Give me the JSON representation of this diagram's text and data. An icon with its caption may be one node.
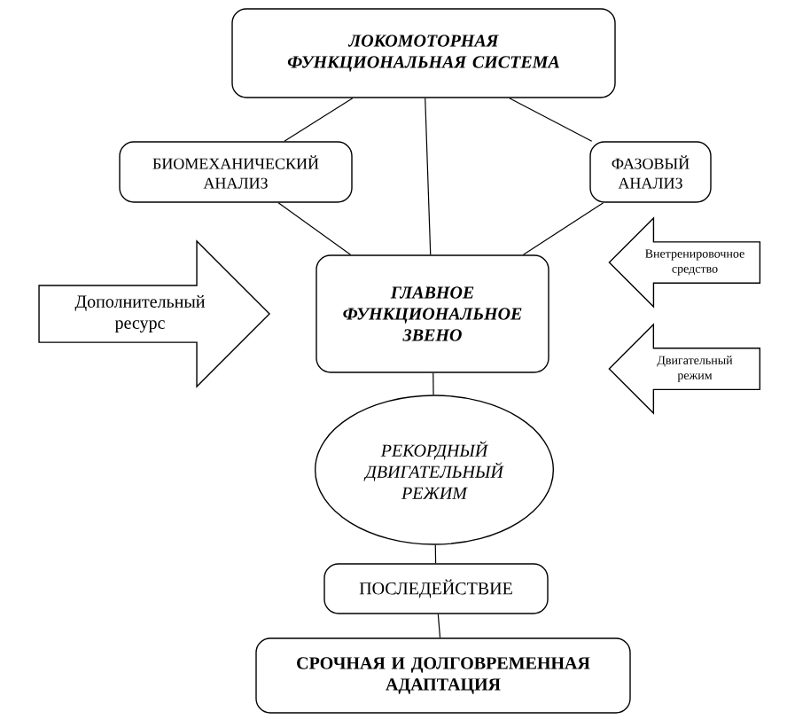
{
  "diagram": {
    "nodes": [
      {
        "text": [
          "ЛОКОМОТОРНАЯ ФУНКЦИОНАЛЬНАЯ СИСТЕМА"
        ]
      },
      {
        "text": [
          "БИОМЕХАНИЧЕСКИЙ АНАЛИЗ"
        ]
      },
      {
        "text": [
          "ФАЗОВЫЙ АНАЛИЗ"
        ]
      },
      {
        "text": [
          "Дополнительный ресурс"
        ]
      },
      {
        "text": [
          "ГЛАВНОЕ ФУНКЦИОНАЛЬНОЕ ЗВЕНО"
        ]
      },
      {
        "text": [
          "Внетренировочное средство"
        ]
      },
      {
        "text": [
          "Двигательный режим"
        ]
      },
      {
        "text": [
          "РЕКОРДНЫЙ ДВИГАТЕЛЬНЫЙ РЕЖИМ"
        ]
      },
      {
        "text": [
          "ПОСЛЕДЕЙСТВИЕ"
        ]
      },
      {
        "text": [
          "СРОЧНАЯ И ДОЛГОВРЕМЕННАЯ АДАПТАЦИЯ"
        ]
      }
    ],
    "edges": [
      {
        "from": 0,
        "to": 1,
        "arrow": "none"
      },
      {
        "from": 0,
        "to": 4,
        "arrow": "none"
      },
      {
        "from": 0,
        "to": 2,
        "arrow": "none"
      },
      {
        "from": 1,
        "to": 4,
        "arrow": "none"
      },
      {
        "from": 2,
        "to": 4,
        "arrow": "none"
      },
      {
        "from": 4,
        "to": 7,
        "arrow": "none"
      },
      {
        "from": 7,
        "to": 8,
        "arrow": "none"
      },
      {
        "from": 8,
        "to": 9,
        "arrow": "none"
      }
    ]
  }
}
